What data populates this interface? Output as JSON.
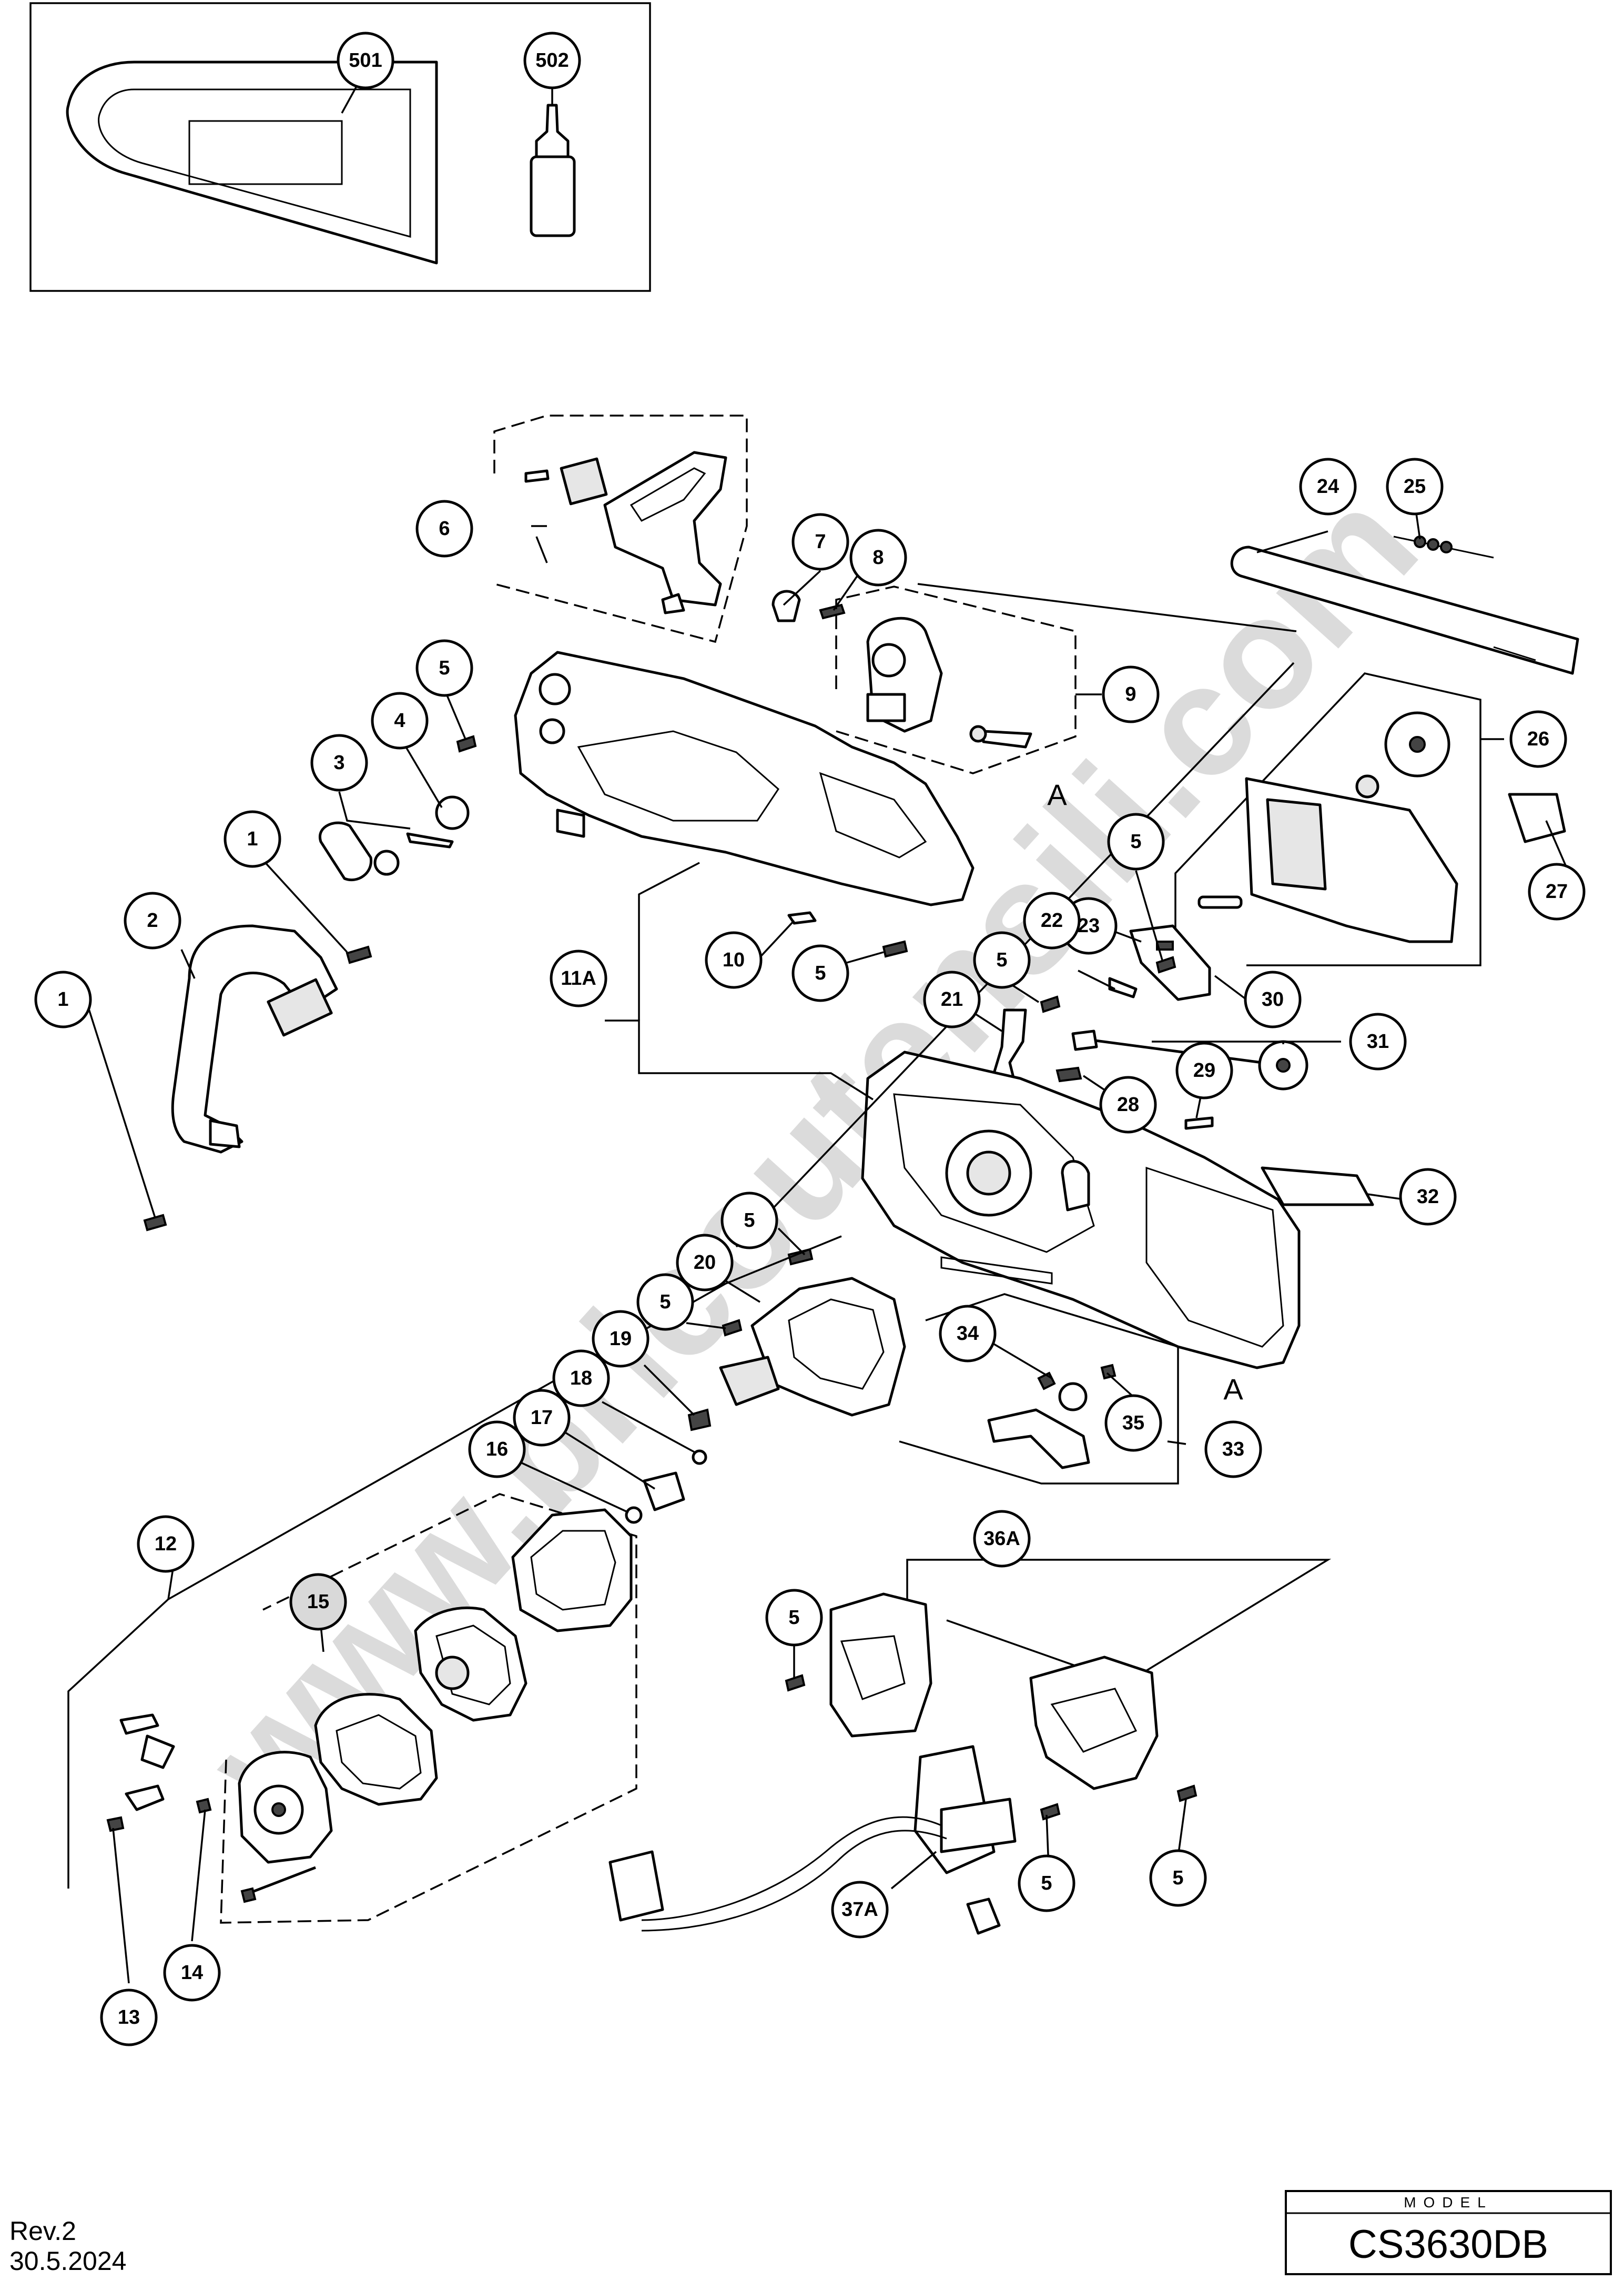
{
  "watermark": "www.bricoutensili.com",
  "revision": {
    "rev": "Rev.2",
    "date": "30.5.2024"
  },
  "model_box": {
    "caption": "MODEL",
    "value": "CS3630DB"
  },
  "section_markers": [
    "A",
    "A"
  ],
  "callouts": [
    {
      "label": "501"
    },
    {
      "label": "502"
    },
    {
      "label": "6"
    },
    {
      "label": "7"
    },
    {
      "label": "8"
    },
    {
      "label": "9"
    },
    {
      "label": "24"
    },
    {
      "label": "25"
    },
    {
      "label": "26"
    },
    {
      "label": "27"
    },
    {
      "label": "5"
    },
    {
      "label": "4"
    },
    {
      "label": "3"
    },
    {
      "label": "1"
    },
    {
      "label": "2"
    },
    {
      "label": "1"
    },
    {
      "label": "10"
    },
    {
      "label": "5"
    },
    {
      "label": "11A"
    },
    {
      "label": "5"
    },
    {
      "label": "23"
    },
    {
      "label": "22"
    },
    {
      "label": "5"
    },
    {
      "label": "21"
    },
    {
      "label": "30"
    },
    {
      "label": "31"
    },
    {
      "label": "28"
    },
    {
      "label": "29"
    },
    {
      "label": "32"
    },
    {
      "label": "5"
    },
    {
      "label": "20"
    },
    {
      "label": "5"
    },
    {
      "label": "19"
    },
    {
      "label": "18"
    },
    {
      "label": "17"
    },
    {
      "label": "16"
    },
    {
      "label": "34"
    },
    {
      "label": "35"
    },
    {
      "label": "33"
    },
    {
      "label": "12"
    },
    {
      "label": "15"
    },
    {
      "label": "36A"
    },
    {
      "label": "5"
    },
    {
      "label": "5"
    },
    {
      "label": "5"
    },
    {
      "label": "37A"
    },
    {
      "label": "14"
    },
    {
      "label": "13"
    }
  ]
}
